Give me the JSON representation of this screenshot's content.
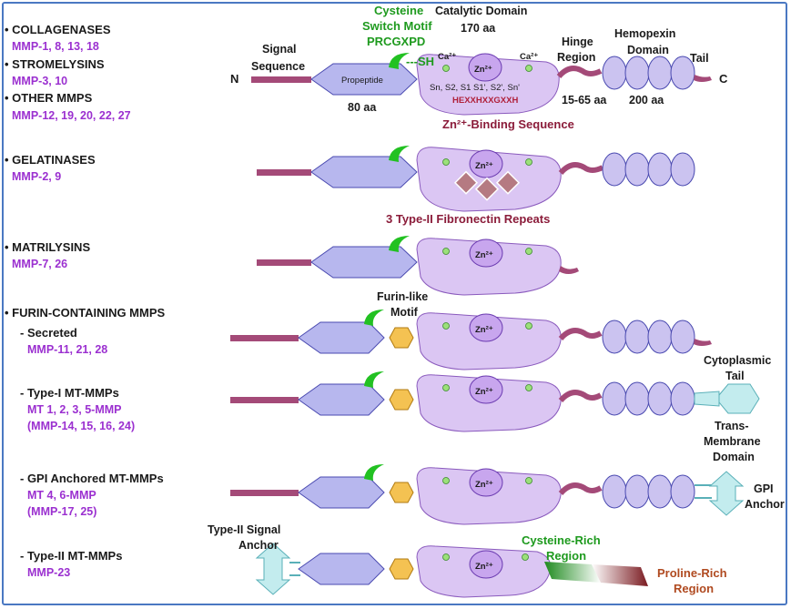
{
  "colors": {
    "linker": "#a44a78",
    "propeptide": "#b7b7ee",
    "catalytic": "#dbc6f3",
    "hemopexin": "#cbc3f0",
    "zinc": "#c8a6ee",
    "furin": "#f4c252",
    "fibronectin": "#b57a82",
    "membrane": "#c3ecee",
    "green_marker": "#22c122",
    "member_text": "#9b30d0",
    "border": "#4a78c2"
  },
  "groups": [
    {
      "title": "• COLLAGENASES",
      "members": "MMP-1, 8, 13, 18"
    },
    {
      "title": "• STROMELYSINS",
      "members": "MMP-3, 10"
    },
    {
      "title": "• OTHER MMPS",
      "members": "MMP-12, 19, 20, 22, 27"
    },
    {
      "title": "• GELATINASES",
      "members": "MMP-2, 9"
    },
    {
      "title": "• MATRILYSINS",
      "members": "MMP-7, 26"
    },
    {
      "title": "• FURIN-CONTAINING MMPS",
      "members": ""
    },
    {
      "title": "- Secreted",
      "members": "MMP-11, 21, 28"
    },
    {
      "title": "- Type-I MT-MMPs",
      "members": "MT 1, 2, 3, 5-MMP",
      "members2": "(MMP-14, 15, 16, 24)"
    },
    {
      "title": "- GPI Anchored MT-MMPs",
      "members": "MT 4, 6-MMP",
      "members2": "(MMP-17, 25)"
    },
    {
      "title": "- Type-II MT-MMPs",
      "members": "MMP-23"
    }
  ],
  "labels": {
    "n_terminus": "N",
    "c_terminus": "C",
    "signal_line1": "Signal",
    "signal_line2": "Sequence",
    "propeptide": "Propeptide",
    "propeptide_size": "80 aa",
    "cysteine_line1": "Cysteine",
    "cysteine_line2": "Switch Motif",
    "cysteine_line3": "PRCGXPD",
    "sh": "---SH",
    "catalytic_domain": "Catalytic Domain",
    "catalytic_size": "170 aa",
    "ca_left": "Ca²⁺",
    "ca_right": "Ca²⁺",
    "zinc": "Zn²⁺",
    "subsites": "Sn, S2, S1     S1', S2', Sn'",
    "zinc_seq": "HEXXHXXGXXH",
    "zinc_binding": "Zn²⁺-Binding Sequence",
    "hinge_line1": "Hinge",
    "hinge_line2": "Region",
    "hinge_size": "15-65 aa",
    "hemopexin_line1": "Hemopexin",
    "hemopexin_line2": "Domain",
    "hemopexin_size": "200 aa",
    "tail": "Tail",
    "fibronectin": "3 Type-II Fibronectin Repeats",
    "furin_line1": "Furin-like",
    "furin_line2": "Motif",
    "cyto_line1": "Cytoplasmic",
    "cyto_line2": "Tail",
    "tm_line1": "Trans-",
    "tm_line2": "Membrane",
    "tm_line3": "Domain",
    "gpi_line1": "GPI",
    "gpi_line2": "Anchor",
    "type2_line1": "Type-II Signal",
    "type2_line2": "Anchor",
    "cys_rich_line1": "Cysteine-Rich",
    "cys_rich_line2": "Region",
    "pro_rich_line1": "Proline-Rich",
    "pro_rich_line2": "Region"
  }
}
